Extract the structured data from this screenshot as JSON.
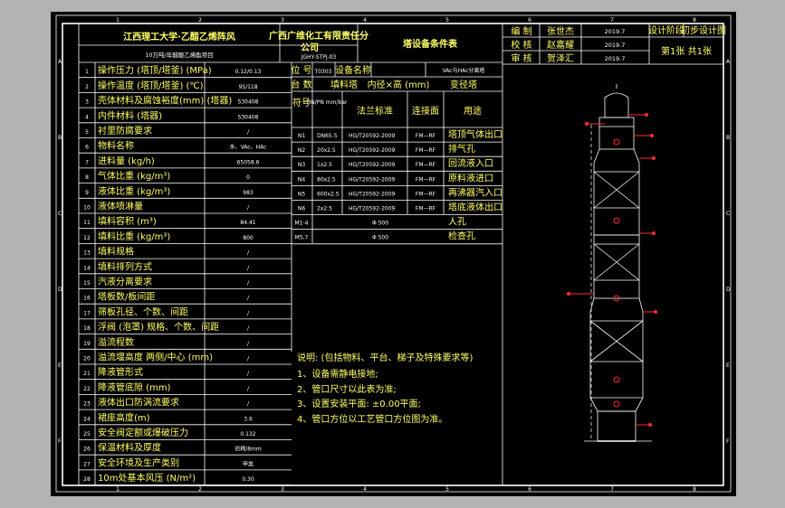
{
  "title_block": {
    "university": "江西理工大学·乙醋乙烯阵风",
    "project": "10万吨/年醋酸乙烯酯项目",
    "drawing_no": "JGHY-STPJ-03",
    "company_line1": "广西广维化工有限责任分",
    "company_line2": "公司",
    "doc_title": "塔设备条件表",
    "roles": [
      "编 制",
      "校 核",
      "审 核"
    ],
    "names": [
      "张世杰",
      "赵嘉耀",
      "贺泽汇"
    ],
    "dates": [
      "2019.7",
      "2019.7",
      "2019.7"
    ],
    "stage_label": "设计阶段",
    "stage_value": "初步设计图",
    "sheet_info": "第1张 共1张"
  },
  "frame": {
    "col_labels": [
      "1",
      "2",
      "3",
      "4",
      "5",
      "6",
      "7",
      "8"
    ],
    "row_labels": [
      "A",
      "B",
      "C",
      "D",
      "E",
      "F"
    ]
  },
  "params": [
    {
      "no": "1",
      "label": "操作压力 (塔顶/塔釜) (MPa)",
      "value": "0.12/0.13"
    },
    {
      "no": "2",
      "label": "操作温度 (塔顶/塔釜) (℃)",
      "value": "95/118"
    },
    {
      "no": "3",
      "label": "壳体材料及腐蚀裕度(mm) (塔器)",
      "value": "S30408"
    },
    {
      "no": "4",
      "label": "内件材料 (塔器)",
      "value": "S30408"
    },
    {
      "no": "5",
      "label": "衬里防腐要求",
      "value": "/"
    },
    {
      "no": "6",
      "label": "物料名称",
      "value": "水、VAc、HAc"
    },
    {
      "no": "7",
      "label": "进料量 (kg/h)",
      "value": "65058.6"
    },
    {
      "no": "8",
      "label": "气体比重 (kg/m³)",
      "value": "0"
    },
    {
      "no": "9",
      "label": "液体比重 (kg/m³)",
      "value": "983"
    },
    {
      "no": "10",
      "label": "液体喷淋量",
      "value": "/"
    },
    {
      "no": "11",
      "label": "填料容积 (m³)",
      "value": "84.41"
    },
    {
      "no": "12",
      "label": "填料比重 (kg/m³)",
      "value": "800"
    },
    {
      "no": "13",
      "label": "填料规格",
      "value": "/"
    },
    {
      "no": "14",
      "label": "填料排列方式",
      "value": "/"
    },
    {
      "no": "15",
      "label": "汽液分离要求",
      "value": "/"
    },
    {
      "no": "16",
      "label": "塔板数/板间距",
      "value": "/"
    },
    {
      "no": "17",
      "label": "筛板孔径、个数、间距",
      "value": "/"
    },
    {
      "no": "18",
      "label": "浮阀 (泡罩) 规格、个数、间距",
      "value": "/"
    },
    {
      "no": "19",
      "label": "溢流程数",
      "value": "/"
    },
    {
      "no": "20",
      "label": "溢流堰高度 两侧/中心 (mm)",
      "value": "/"
    },
    {
      "no": "21",
      "label": "降液管形式",
      "value": "/"
    },
    {
      "no": "22",
      "label": "降液管底隙 (mm)",
      "value": "/"
    },
    {
      "no": "23",
      "label": "液体出口防涡流要求",
      "value": "/"
    },
    {
      "no": "24",
      "label": "裙座高度(m)",
      "value": "3.6"
    },
    {
      "no": "25",
      "label": "安全阀定额或爆破压力",
      "value": "0.132"
    },
    {
      "no": "26",
      "label": "保温材料及厚度",
      "value": "岩棉/8mm"
    },
    {
      "no": "27",
      "label": "安全环境及生产类别",
      "value": "甲类"
    },
    {
      "no": "28",
      "label": "10m处基本风压 (N/m²)",
      "value": "0.30"
    }
  ],
  "tower_info": {
    "tag_label": "位 号",
    "tag_value": "T0303",
    "name_label": "设备名称",
    "name_value": "VAc与HAc分离塔",
    "quantity_label": "台 数",
    "quantity_value": "填料塔",
    "diameter_label": "内径×高 (mm)",
    "diameter_value": "变径塔"
  },
  "nozzle_header": {
    "symbol": "符号",
    "size": "DN/PN mm/bar",
    "standard": "法兰标准",
    "face": "连接面",
    "purpose": "用途"
  },
  "nozzles": [
    {
      "sym": "N1",
      "size": "DN65.5",
      "std": "HG/T20592-2009",
      "face": "FM—RF",
      "use": "塔顶气体出口"
    },
    {
      "sym": "N2",
      "size": "20x2.5",
      "std": "HG/T20592-2009",
      "face": "FM—RF",
      "use": "排气孔"
    },
    {
      "sym": "N3",
      "size": "1x2.5",
      "std": "HG/T20592-2009",
      "face": "FM—RF",
      "use": "回流液入口"
    },
    {
      "sym": "N4",
      "size": "80x2.5",
      "std": "HG/T20592-2009",
      "face": "FM—RF",
      "use": "原料液进口"
    },
    {
      "sym": "N5",
      "size": "600x2.5",
      "std": "HG/T20592-2009",
      "face": "FM—RF",
      "use": "再沸器汽入口"
    },
    {
      "sym": "N6",
      "size": "2x2.5",
      "std": "HG/T20592-2009",
      "face": "FM—RF",
      "use": "塔底液体出口"
    },
    {
      "sym": "M1-4",
      "size": "",
      "std": "Φ 500",
      "face": "",
      "use": "人孔"
    },
    {
      "sym": "M5,7",
      "size": "",
      "std": "Φ 500",
      "face": "",
      "use": "检查孔"
    }
  ],
  "notes": {
    "title": "说明: (包括物料、平台、梯子及特殊要求等)",
    "items": [
      "1、设备需静电接地;",
      "2、管口尺寸以此表为准;",
      "3、设置安装平面: ±0.00平面;",
      "4、管口方位以工艺管口方位图为准。"
    ]
  },
  "colors": {
    "background": "#000000",
    "frame": "#ffffff",
    "text": "#ffff66",
    "nozzle": "#ff2a2a",
    "page": "#b3b3b3"
  }
}
